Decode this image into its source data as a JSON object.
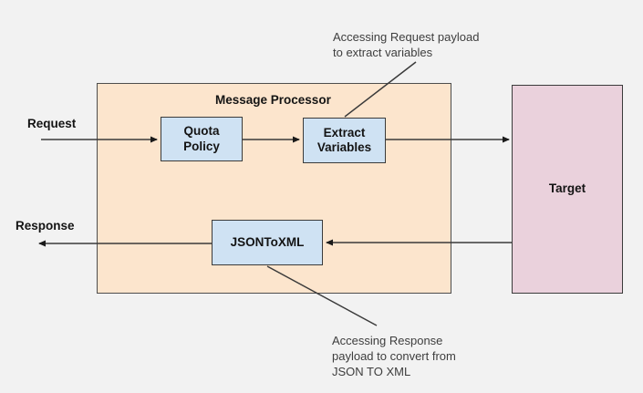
{
  "diagram": {
    "container": {
      "title": "Message Processor"
    },
    "nodes": {
      "quota": {
        "label": "Quota\nPolicy"
      },
      "extract": {
        "label": "Extract\nVariables"
      },
      "json_to_xml": {
        "label": "JSONToXML"
      },
      "target": {
        "label": "Target"
      }
    },
    "flow": {
      "request_label": "Request",
      "response_label": "Response"
    },
    "annotations": {
      "top": "Accessing Request payload\nto extract variables",
      "bottom": "Accessing Response\npayload to convert from\nJSON TO XML"
    },
    "colors": {
      "background": "#f2f2f2",
      "container_fill": "#fce5cd",
      "policy_node_fill": "#cfe2f3",
      "target_fill": "#ead1dc",
      "line": "#3a3a3a",
      "text": "#141414",
      "annotation_text": "#3e3e3e"
    }
  }
}
